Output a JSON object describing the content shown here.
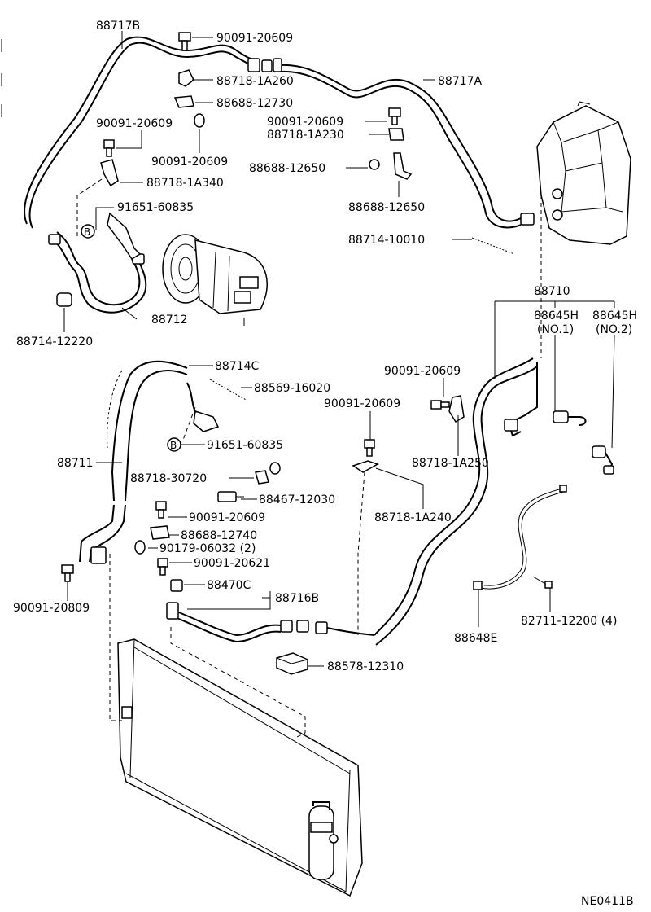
{
  "labels": {
    "l88717B": "88717B",
    "l90091_20609_a": "90091-20609",
    "l88718_1A260": "88718-1A260",
    "l88688_12730": "88688-12730",
    "l90091_20609_b": "90091-20609",
    "l90091_20609_c": "90091-20609",
    "l88718_1A230": "88718-1A230",
    "l90091_20609_d": "90091-20609",
    "l88688_12650_a": "88688-12650",
    "l88718_1A340": "88718-1A340",
    "l88688_12650_b": "88688-12650",
    "l88717A": "88717A",
    "l91651_60835_a": "91651-60835",
    "l88714_10010": "88714-10010",
    "l88712": "88712",
    "l88714_12220": "88714-12220",
    "l88710": "88710",
    "l88645H_1": "88645H",
    "l88645H_1_sub": "(NO.1)",
    "l88645H_2": "88645H",
    "l88645H_2_sub": "(NO.2)",
    "l88714C": "88714C",
    "l88569_16020": "88569-16020",
    "l90091_20609_e": "90091-20609",
    "l90091_20609_f": "90091-20609",
    "l91651_60835_b": "91651-60835",
    "l88711": "88711",
    "l88718_30720": "88718-30720",
    "l88718_1A250": "88718-1A250",
    "l88467_12030": "88467-12030",
    "l88718_1A240": "88718-1A240",
    "l90091_20609_g": "90091-20609",
    "l88688_12740": "88688-12740",
    "l90179_06032": "90179-06032 (2)",
    "l90091_20621": "90091-20621",
    "l88470C": "88470C",
    "l88716B": "88716B",
    "l90091_20809": "90091-20809",
    "l82711_12200": "82711-12200 (4)",
    "l88648E": "88648E",
    "l88578_12310": "88578-12310",
    "ref_code": "NE0411B",
    "badge_b1": "B",
    "badge_b2": "B"
  }
}
